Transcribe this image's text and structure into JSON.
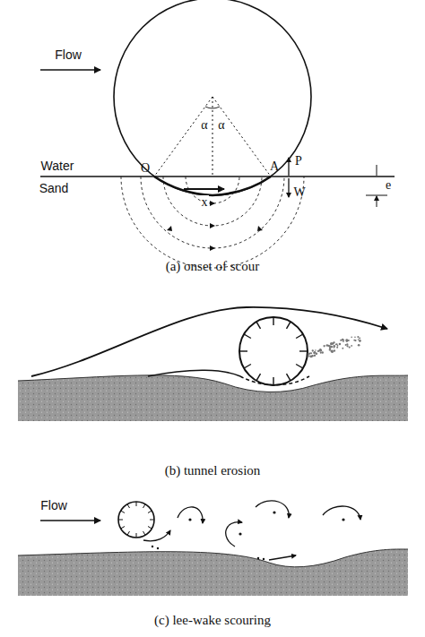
{
  "diagram": {
    "caption": "(a) onset of scour",
    "labels": [
      "Flow",
      "Water",
      "Sand",
      "O",
      "α",
      "α",
      "x",
      "A",
      "P",
      "W",
      "e",
      "(b) tunnel erosion",
      "Flow",
      "(c) lee-wake scouring"
    ]
  }
}
